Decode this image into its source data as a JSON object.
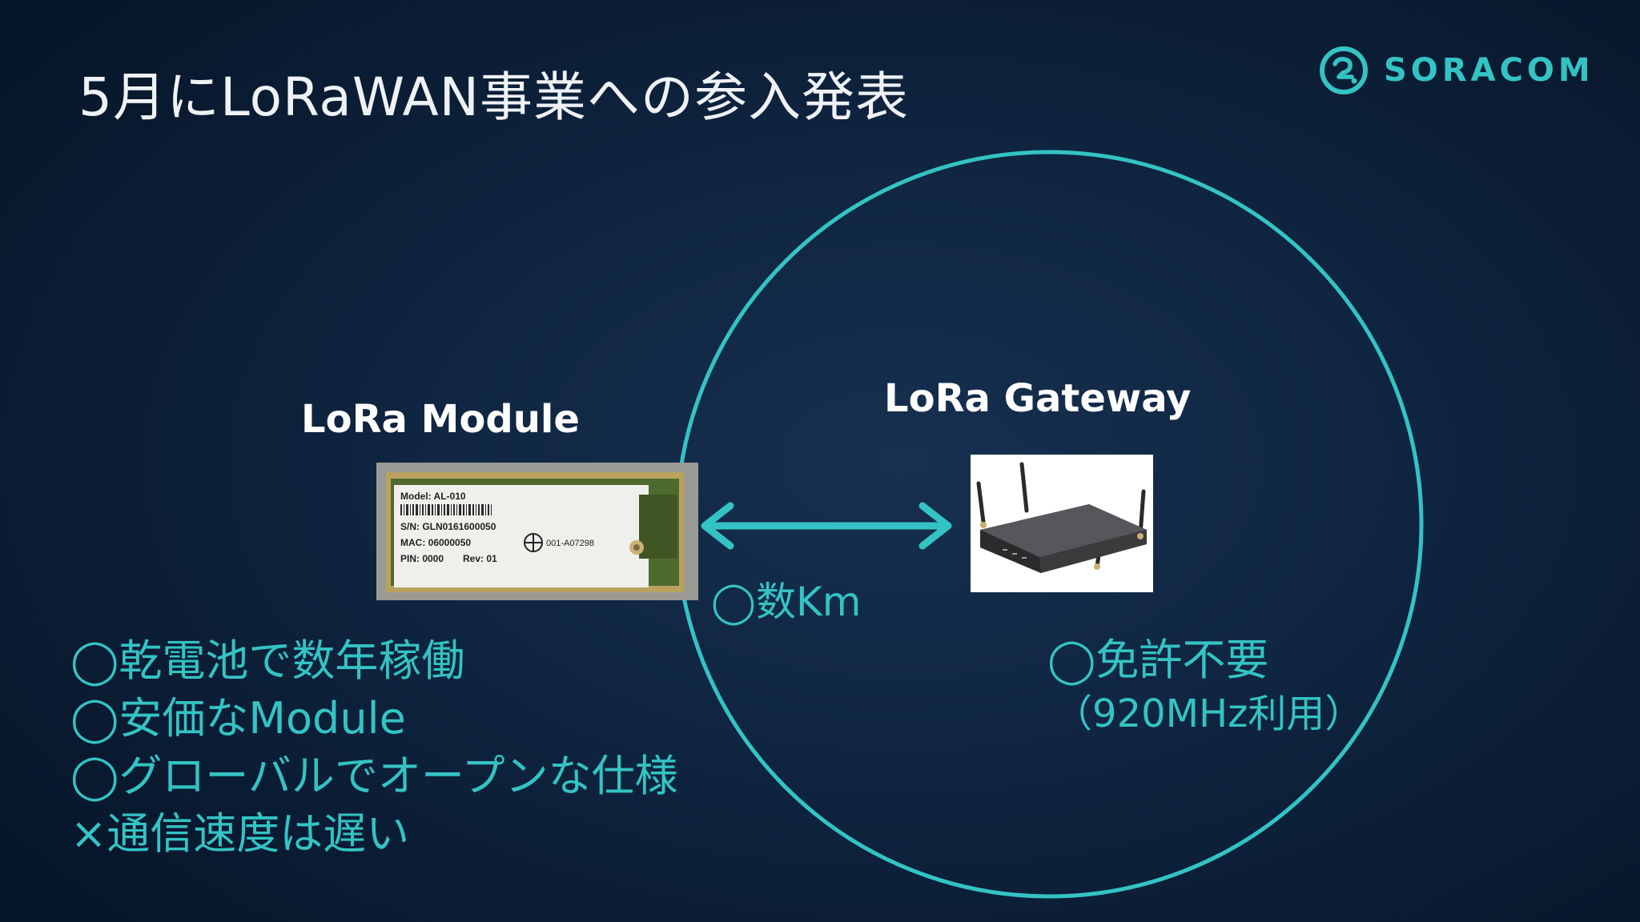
{
  "slide": {
    "title": "5月にLoRaWAN事業への参入発表",
    "logo_text": "SORACOM",
    "module_label": "LoRa Module",
    "gateway_label": "LoRa Gateway",
    "distance_label": "◯数Km",
    "license_line1": "◯免許不要",
    "license_line2": "（920MHz利用）",
    "features": [
      "◯乾電池で数年稼働",
      "◯安価なModule",
      "◯グローバルでオープンな仕様",
      "×通信速度は遅い"
    ],
    "module_sticker": {
      "model": "Model: AL-010",
      "sn": "S/N: GLN0161600050",
      "mac": "MAC: 06000050",
      "pin": "PIN: 0000",
      "rev": "Rev: 01",
      "cert": "001-A07298"
    },
    "colors": {
      "accent": "#34c3c4",
      "background": "#0d213a",
      "title": "#eef1f5"
    }
  }
}
